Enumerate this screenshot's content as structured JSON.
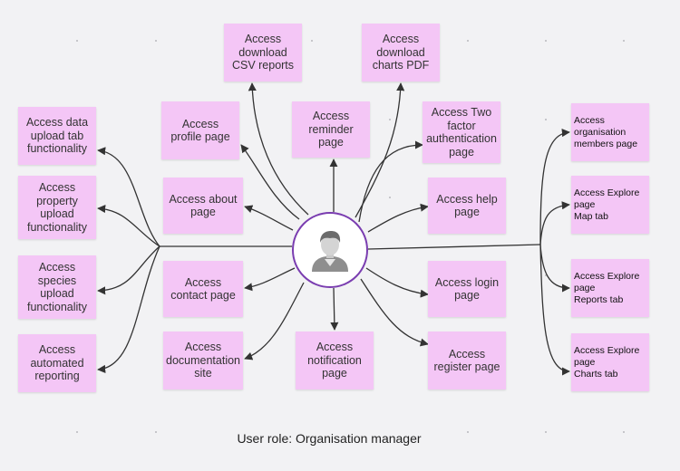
{
  "diagram": {
    "caption": "User role: Organisation manager",
    "center_icon": "user-avatar-icon",
    "colors": {
      "node_fill": "#f4c6f6",
      "center_border": "#7a3db0",
      "arrow": "#333333",
      "background": "#f2f2f4"
    },
    "nodes": {
      "csv": "Access\ndownload\nCSV reports",
      "pdf": "Access\ndownload\ncharts PDF",
      "profile": "Access\nprofile page",
      "reminder": "Access\nreminder\npage",
      "twofactor": "Access Two\nfactor\nauthentication\npage",
      "about": "Access about\npage",
      "help": "Access help\npage",
      "contact": "Access\ncontact page",
      "login": "Access login\npage",
      "docs": "Access\ndocumentation\nsite",
      "notification": "Access\nnotification\npage",
      "register": "Access\nregister page",
      "data_upload": "Access data\nupload tab\nfunctionality",
      "property_upload": "Access\nproperty\nupload\nfunctionality",
      "species_upload": "Access\nspecies\nupload\nfunctionality",
      "automated": "Access\nautomated\nreporting",
      "org_members": "Access\norganisation\nmembers page",
      "explore_map": "Access Explore\npage\nMap tab",
      "explore_reports": "Access Explore\npage\nReports tab",
      "explore_charts": "Access Explore\npage\nCharts tab"
    }
  }
}
